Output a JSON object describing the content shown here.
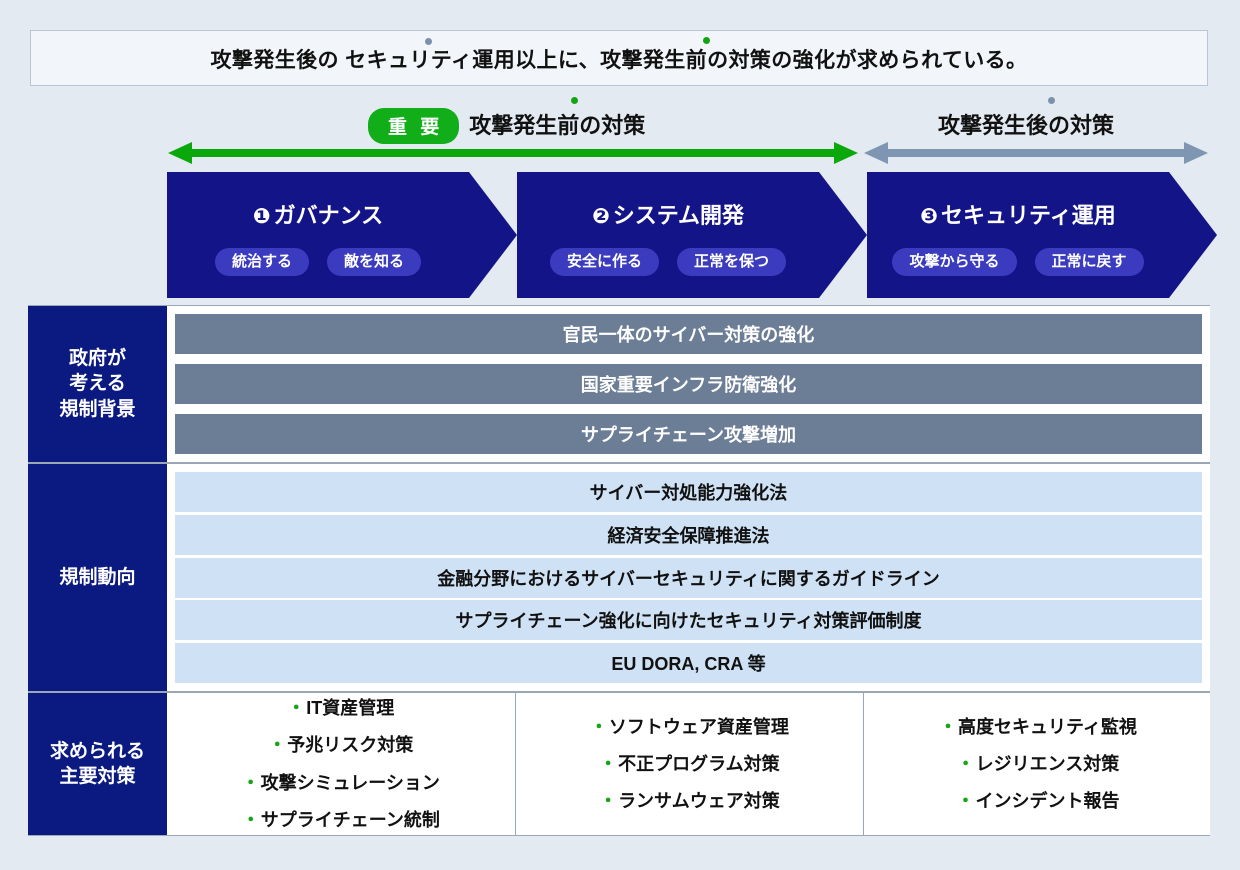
{
  "banner": {
    "text": "攻撃発生後の セキュリティ運用以上に、攻撃発生前の対策の強化が求められている。",
    "dot_gray": "gray-dot-marker",
    "dot_green": "green-dot-marker"
  },
  "timeline": {
    "pre": {
      "badge": "重 要",
      "label": "攻撃発生前の対策",
      "arrow_color": "#0aa80a"
    },
    "post": {
      "label": "攻撃発生後の対策",
      "arrow_color": "#7e96b2"
    }
  },
  "phases": [
    {
      "number": "❶",
      "title": "ガバナンス",
      "pills": [
        "統治する",
        "敵を知る"
      ]
    },
    {
      "number": "❷",
      "title": "システム開発",
      "pills": [
        "安全に作る",
        "正常を保つ"
      ]
    },
    {
      "number": "❸",
      "title": "セキュリティ運用",
      "pills": [
        "攻撃から守る",
        "正常に戻す"
      ]
    }
  ],
  "matrix": {
    "rows": [
      {
        "label": "政府が\n考える\n規制背景",
        "style": "gray",
        "items": [
          "官民一体のサイバー対策の強化",
          "国家重要インフラ防衛強化",
          "サプライチェーン攻撃増加"
        ]
      },
      {
        "label": "規制動向",
        "style": "blue",
        "items": [
          "サイバー対処能力強化法",
          "経済安全保障推進法",
          "金融分野におけるサイバーセキュリティに関するガイドライン",
          "サプライチェーン強化に向けたセキュリティ対策評価制度",
          "EU DORA, CRA 等"
        ]
      },
      {
        "label": "求められる\n主要対策",
        "style": "columns",
        "columns": [
          [
            "IT資産管理",
            "予兆リスク対策",
            "攻撃シミュレーション",
            "サプライチェーン統制"
          ],
          [
            "ソフトウェア資産管理",
            "不正プログラム対策",
            "ランサムウェア対策"
          ],
          [
            "高度セキュリティ監視",
            "レジリエンス対策",
            "インシデント報告"
          ]
        ]
      }
    ]
  },
  "colors": {
    "page_background": "#e3eaf2",
    "navy": "#0b1a80",
    "chevron_navy": "#141489",
    "pill_blue": "#3b3bbf",
    "bar_gray": "#6c7d96",
    "bar_blue": "#cfe2f5",
    "green": "#11ae19",
    "bullet_green": "#17a517"
  }
}
